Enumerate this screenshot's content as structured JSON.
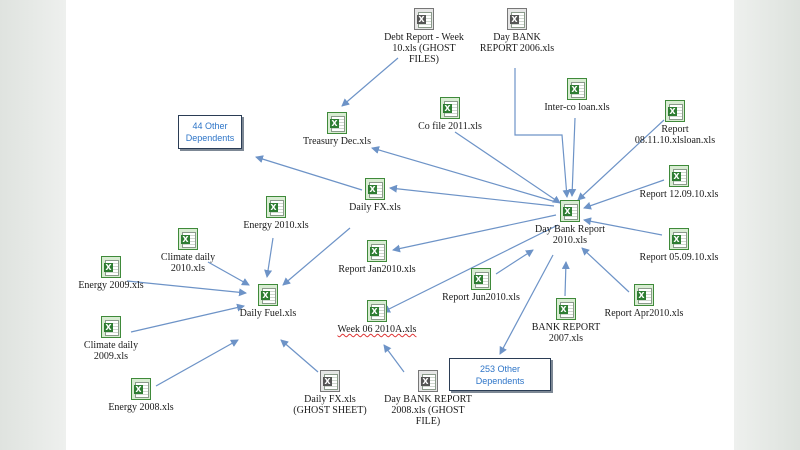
{
  "nodes": {
    "debt_report": "Debt Report - Week\n10.xls (GHOST\nFILES)",
    "day_bank_2006": "Day  BANK\nREPORT 2006.xls",
    "treasury_dec": "Treasury Dec.xls",
    "co_file": "Co file 2011.xls",
    "interco_loan": "Inter-co loan.xls",
    "report_081110": "Report\n08.11.10.xlsloan.xls",
    "report_120910": "Report 12.09.10.xls",
    "daily_fx": "Daily FX.xls",
    "day_bank_2010": "Day Bank Report\n2010.xls",
    "energy_2010": "Energy 2010.xls",
    "report_050910": "Report 05.09.10.xls",
    "climate_2010": "Climate daily\n2010.xls",
    "report_jan2010": "Report Jan2010.xls",
    "energy_2009": "Energy 2009.xls",
    "daily_fuel": "Daily Fuel.xls",
    "report_jun2010": "Report Jun2010.xls",
    "report_apr2010": "Report Apr2010.xls",
    "week06": "Week 06 2010A.xls",
    "bank_report_2007": "BANK REPORT\n2007.xls",
    "climate_2009": "Climate daily\n2009.xls",
    "energy_2008": "Energy 2008.xls",
    "daily_fx_ghost": "Daily FX.xls\n(GHOST SHEET)",
    "day_bank_2008": "Day BANK REPORT\n2008.xls    (GHOST\nFILE)"
  },
  "boxes": {
    "other_44": "44 Other\nDependents",
    "other_253": "253 Other\nDependents"
  },
  "colors": {
    "arrow": "#6d93c7",
    "box_text": "#2e75c8",
    "excel_green": "#2e7d32",
    "ghost_grey": "#555555"
  }
}
